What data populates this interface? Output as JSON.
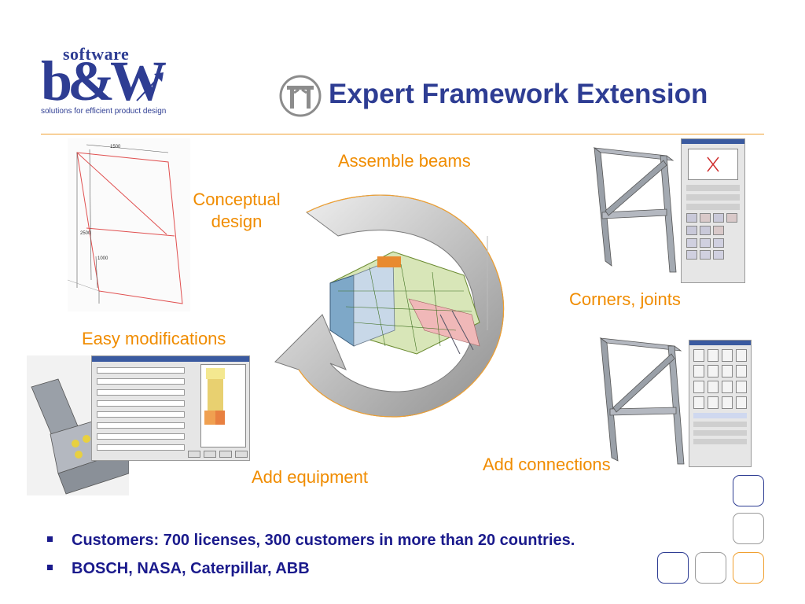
{
  "logo": {
    "software": "software",
    "brand": "b&W",
    "tagline": "solutions for efficient product design"
  },
  "header": {
    "title": "Expert Framework Extension"
  },
  "labels": {
    "assemble_beams": "Assemble beams",
    "conceptual_design": "Conceptual design",
    "corners_joints": "Corners, joints",
    "easy_modifications": "Easy modifications",
    "add_connections": "Add connections",
    "add_equipment": "Add equipment"
  },
  "bullets": [
    "Customers: 700 licenses, 300 customers in more than 20 countries.",
    "BOSCH, NASA, Caterpillar, ABB"
  ],
  "sketch": {
    "dim_top": "1500",
    "dim_left": "2500",
    "dim_lower": "1000"
  },
  "colors": {
    "brand_blue": "#2e3d93",
    "label_orange": "#f08c00",
    "rule_orange": "#f0a030",
    "bullet_blue": "#1a1a8c"
  }
}
